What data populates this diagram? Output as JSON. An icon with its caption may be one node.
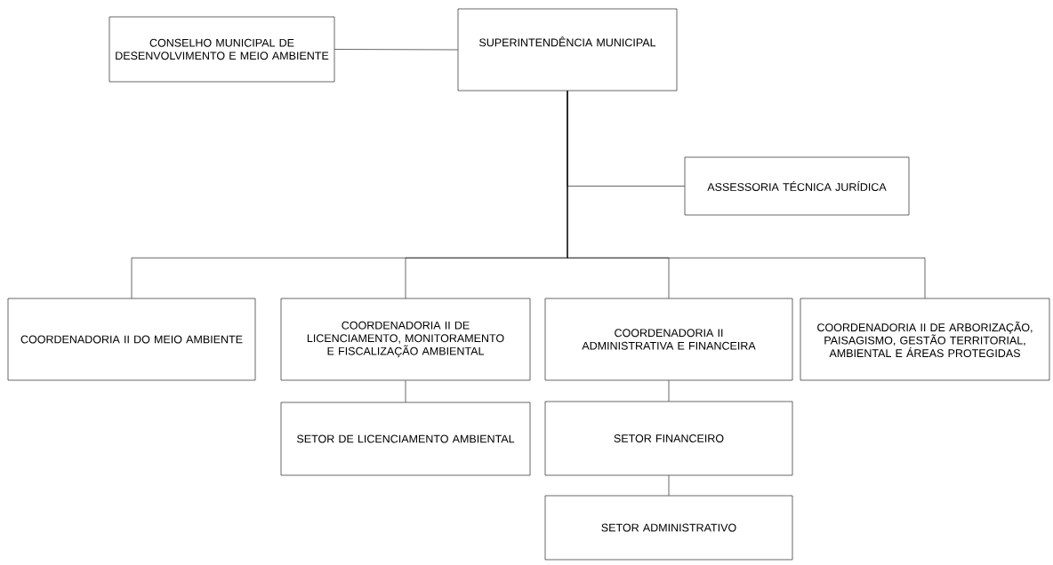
{
  "diagram": {
    "nodes": [
      {
        "text": [
          "CONSELHO MUNICIPAL DE DESENVOLVIMENTO E MEIO AMBIENTE"
        ]
      },
      {
        "text": [
          "SUPERINTENDÊNCIA MUNICIPAL"
        ]
      },
      {
        "text": [
          "ASSESSORIA TÉCNICA JURÍDICA"
        ]
      },
      {
        "text": [
          "COORDENADORIA II DO MEIO AMBIENTE"
        ]
      },
      {
        "text": [
          "COORDENADORIA II DE LICENCIAMENTO, MONITORAMENTO E FISCALIZAÇÃO AMBIENTAL"
        ]
      },
      {
        "text": [
          "COORDENADORIA II ADMINISTRATIVA E FINANCEIRA"
        ]
      },
      {
        "text": [
          "COORDENADORIA II DE ARBORIZAÇÃO, PAISAGISMO, GESTÃO TERRITORIAL, AMBIENTAL E ÁREAS PROTEGIDAS"
        ]
      },
      {
        "text": [
          "SETOR DE LICENCIAMENTO AMBIENTAL"
        ]
      },
      {
        "text": [
          "SETOR FINANCEIRO"
        ]
      },
      {
        "text": [
          "SETOR ADMINISTRATIVO"
        ]
      }
    ],
    "edges": [
      {
        "from": 0,
        "to": 1,
        "arrow": "none"
      },
      {
        "from": 1,
        "to": 2,
        "arrow": "none"
      },
      {
        "from": 1,
        "to": 3,
        "arrow": "none"
      },
      {
        "from": 1,
        "to": 4,
        "arrow": "none"
      },
      {
        "from": 1,
        "to": 5,
        "arrow": "none"
      },
      {
        "from": 1,
        "to": 6,
        "arrow": "none"
      },
      {
        "from": 4,
        "to": 7,
        "arrow": "none"
      },
      {
        "from": 5,
        "to": 8,
        "arrow": "none"
      },
      {
        "from": 8,
        "to": 9,
        "arrow": "none"
      }
    ]
  }
}
